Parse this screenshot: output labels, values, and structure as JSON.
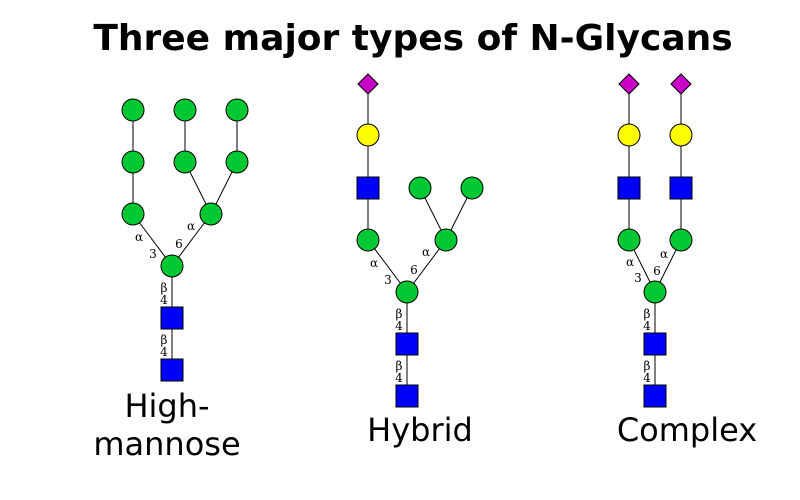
{
  "title": "Three major types of N-Glycans",
  "colors": {
    "mannose": "#00c832",
    "glcnac": "#0000fa",
    "galactose": "#ffff00",
    "neuac": "#c800c8",
    "line": "#000000"
  },
  "glycans": [
    {
      "name": "high-mannose",
      "label_lines": [
        "High-",
        "mannose"
      ],
      "linkages": [
        "α",
        "3",
        "α",
        "6",
        "β",
        "4",
        "β",
        "4"
      ]
    },
    {
      "name": "hybrid",
      "label_lines": [
        "Hybrid"
      ],
      "linkages": [
        "α",
        "3",
        "α",
        "6",
        "β",
        "4",
        "β",
        "4"
      ]
    },
    {
      "name": "complex",
      "label_lines": [
        "Complex"
      ],
      "linkages": [
        "α",
        "3",
        "α",
        "6",
        "β",
        "4",
        "β",
        "4"
      ]
    }
  ]
}
